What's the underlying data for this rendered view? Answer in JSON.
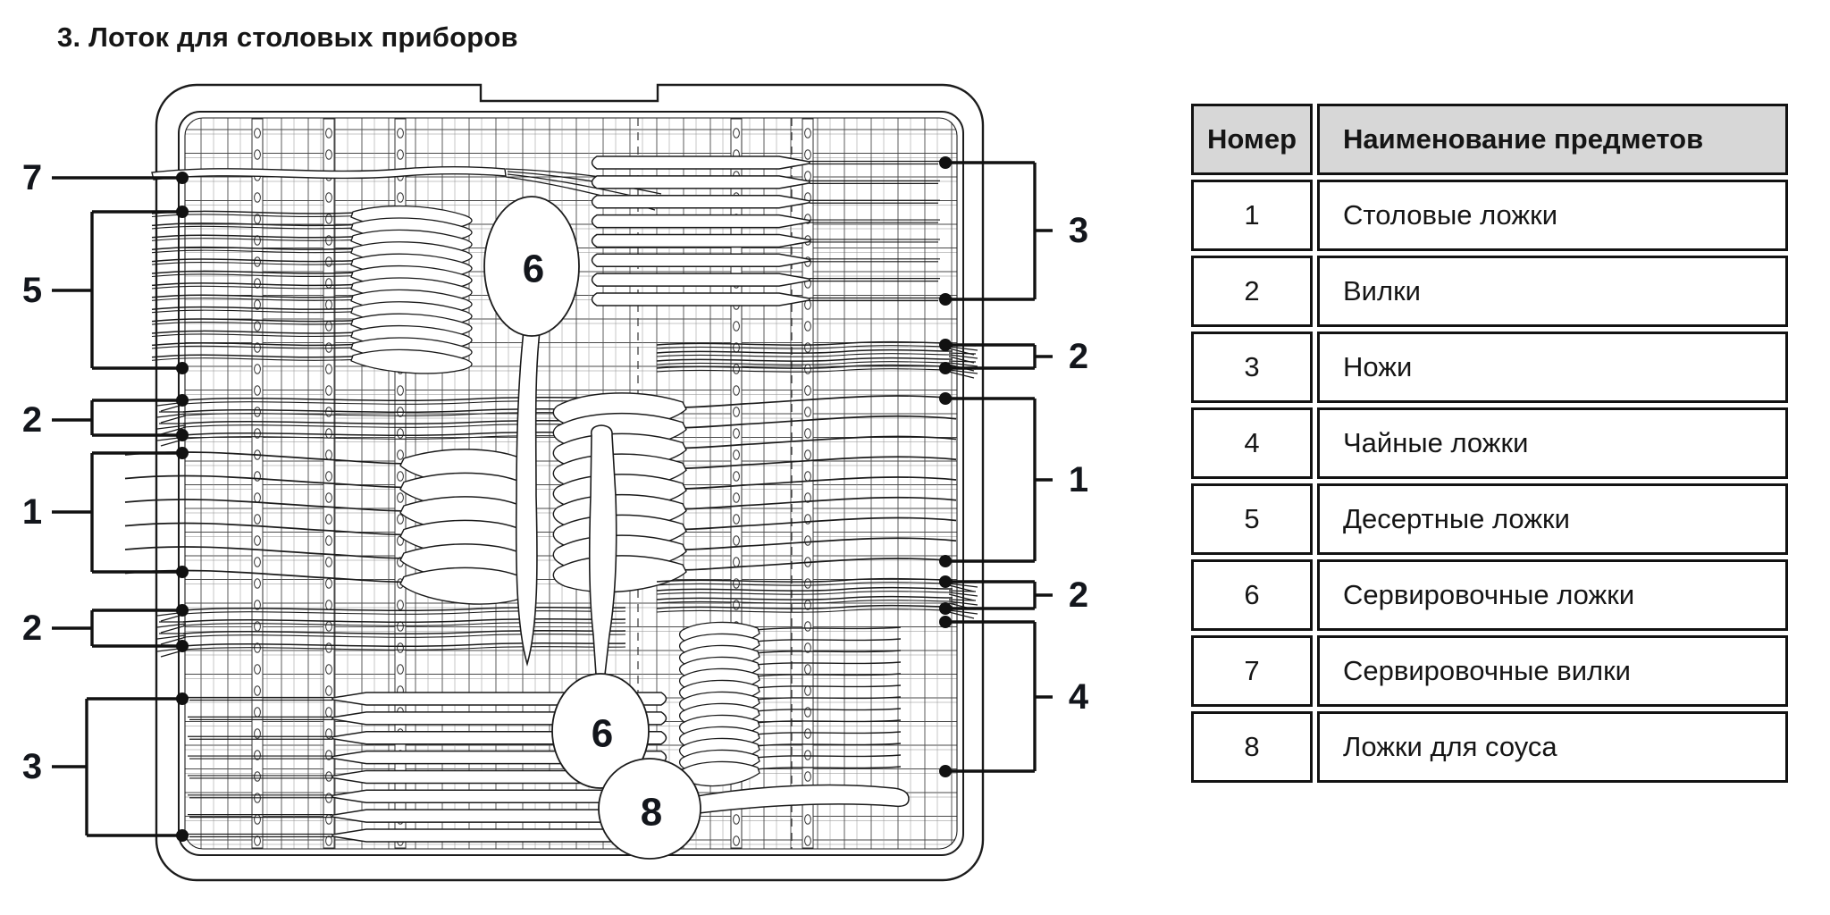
{
  "title": "3. Лоток для столовых приборов",
  "diagram": {
    "name": "cutlery-tray-top-view",
    "callouts_left": [
      "7",
      "5",
      "2",
      "1",
      "2",
      "3"
    ],
    "callouts_right": [
      "3",
      "2",
      "1",
      "2",
      "4"
    ],
    "inline_labels": [
      "6",
      "6",
      "8"
    ]
  },
  "table": {
    "headers": [
      "Номер",
      "Наименование предметов"
    ],
    "rows": [
      [
        "1",
        "Столовые ложки"
      ],
      [
        "2",
        "Вилки"
      ],
      [
        "3",
        "Ножи"
      ],
      [
        "4",
        "Чайные ложки"
      ],
      [
        "5",
        "Десертные ложки"
      ],
      [
        "6",
        "Сервировочные ложки"
      ],
      [
        "7",
        "Сервировочные вилки"
      ],
      [
        "8",
        "Ложки для соуса"
      ]
    ]
  },
  "colors": {
    "line": "#1b1b1b",
    "grid": "#4a4a4a",
    "table_header_bg": "#d7d7d7",
    "callout": "#111111"
  }
}
